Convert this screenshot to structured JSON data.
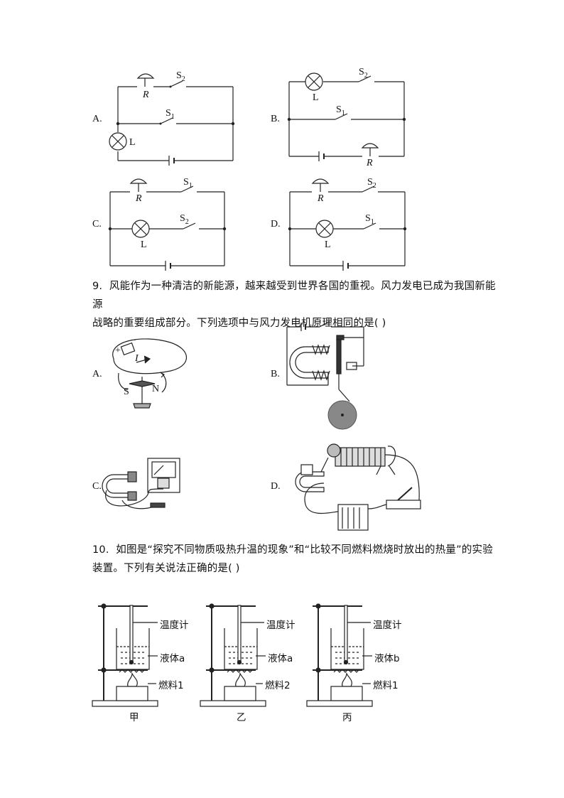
{
  "circuits": {
    "labels": {
      "A": "A.",
      "B": "B.",
      "C": "C.",
      "D": "D."
    },
    "lamp": "L",
    "res": "R",
    "s1": "S",
    "s1_sub": "1",
    "s2": "S",
    "s2_sub": "2"
  },
  "q9": {
    "number": "9.",
    "line1": "风能作为一种清洁的新能源，越来越受到世界各国的重视。风力发电已成为我国新能源",
    "line2": "战略的重要组成部分。下列选项中与风力发电机原理相同的是(    )",
    "options": {
      "A": "A.",
      "B": "B.",
      "C": "C.",
      "D": "D."
    },
    "fig_a": {
      "plus": "+",
      "minus": "−",
      "current": "I",
      "south": "S",
      "north": "N"
    }
  },
  "q10": {
    "number": "10.",
    "line1": "如图是“探究不同物质吸热升温的现象”和“比较不同燃料燃烧时放出的热量”的实验",
    "line2": "装置。下列有关说法正确的是(    )",
    "setups": [
      {
        "thermo": "温度计",
        "liquid": "液体a",
        "fuel": "燃料1",
        "caption": "甲"
      },
      {
        "thermo": "温度计",
        "liquid": "液体a",
        "fuel": "燃料2",
        "caption": "乙"
      },
      {
        "thermo": "温度计",
        "liquid": "液体b",
        "fuel": "燃料1",
        "caption": "丙"
      }
    ]
  }
}
